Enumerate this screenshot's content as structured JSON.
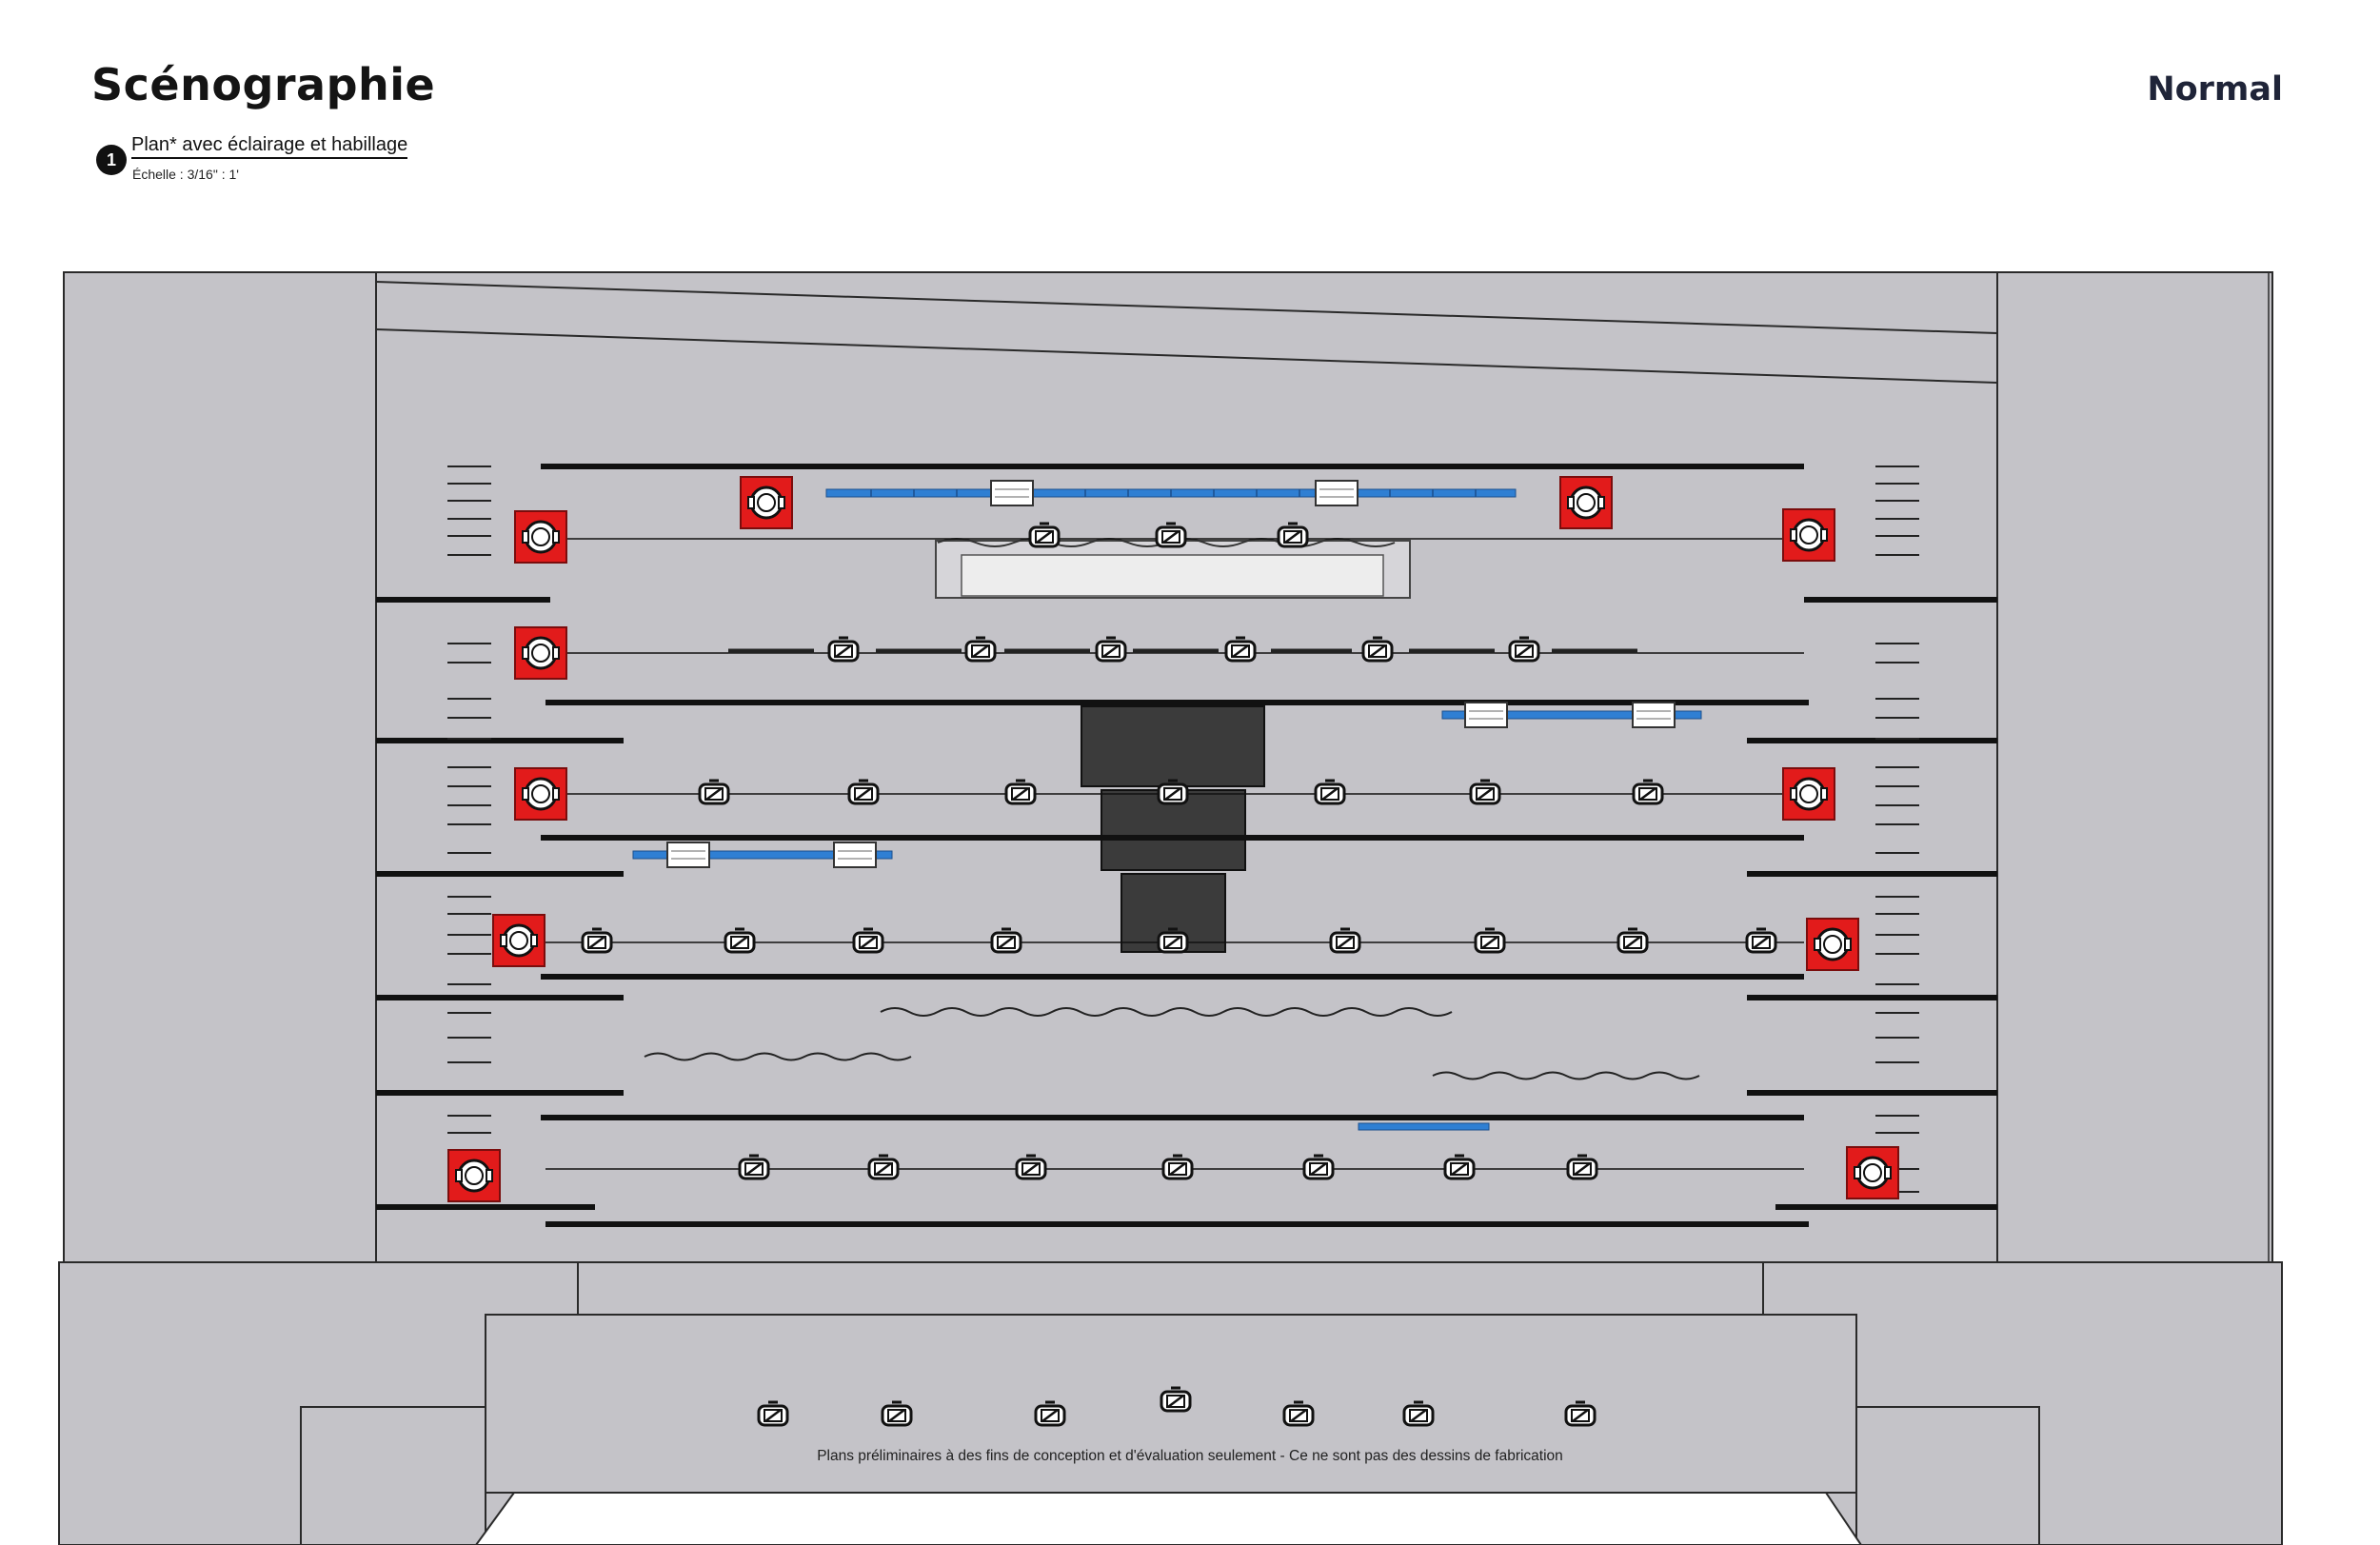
{
  "header": {
    "title": "Scénographie",
    "brand": "Normal"
  },
  "view": {
    "number": "1",
    "name": "Plan* avec éclairage et habillage",
    "scale": "Échelle : 3/16\" : 1'"
  },
  "footer": {
    "disclaimer": "Plans préliminaires à des fins de conception et d'évaluation seulement - Ce ne sont pas des dessins de fabrication"
  },
  "colors": {
    "floor": "#c4c3c8",
    "outline": "#2a2a2a",
    "batten": "#111111",
    "blue_rail": "#2f7fd3",
    "red_fixture": "#e21b1b",
    "dark_platform": "#3b3b3b"
  },
  "legend_icons": {
    "moving_head": "red-square-moving-head-icon",
    "spot": "spotlight-fixture-icon",
    "curtain_track": "blue-curtain-track-icon",
    "platform": "dark-platform-block"
  }
}
